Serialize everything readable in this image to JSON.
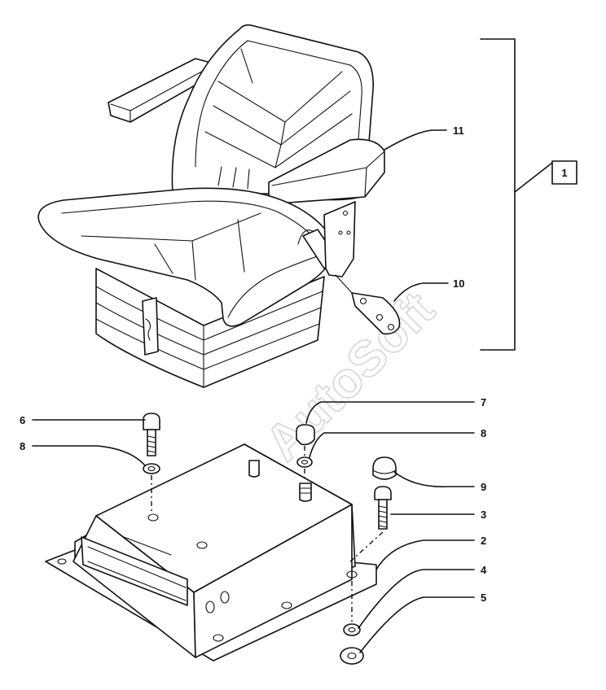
{
  "drawing": {
    "watermark": "AutoSoft",
    "callouts": [
      {
        "id": "group-1",
        "text": "1"
      },
      {
        "id": "part-11",
        "text": "11"
      },
      {
        "id": "part-10",
        "text": "10"
      },
      {
        "id": "part-7",
        "text": "7"
      },
      {
        "id": "part-8-right",
        "text": "8"
      },
      {
        "id": "part-6",
        "text": "6"
      },
      {
        "id": "part-8-left",
        "text": "8"
      },
      {
        "id": "part-9",
        "text": "9"
      },
      {
        "id": "part-3",
        "text": "3"
      },
      {
        "id": "part-2",
        "text": "2"
      },
      {
        "id": "part-4",
        "text": "4"
      },
      {
        "id": "part-5",
        "text": "5"
      }
    ]
  }
}
